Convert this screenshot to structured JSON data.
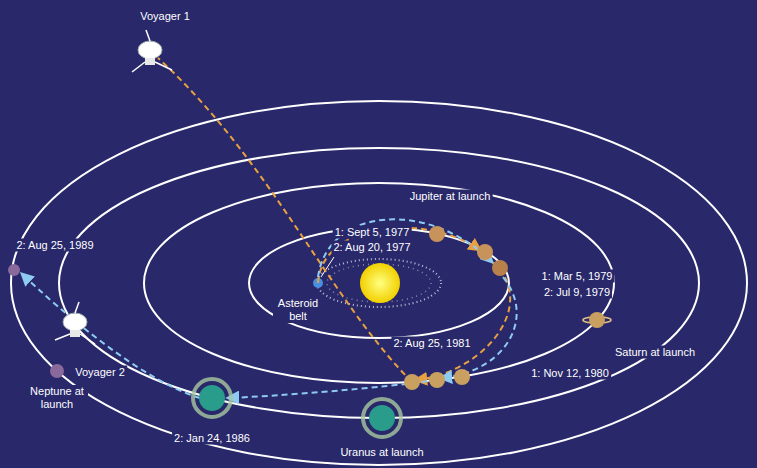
{
  "diagram": {
    "labels": [
      "Voyager 1",
      "Saturn at launch",
      "1: Mar 5, 1979",
      "2: Jul 9, 1979",
      "Jupiter at launch",
      "1: Sept 5, 1977",
      "2: Aug 20, 1977",
      "Asteroid belt",
      "2: Aug 25, 1981",
      "1: Nov 12, 1980",
      "Uranus at launch",
      "2: Jan 24, 1986",
      "Neptune at launch",
      "2: Aug 25, 1989",
      "Voyager 2"
    ]
  }
}
